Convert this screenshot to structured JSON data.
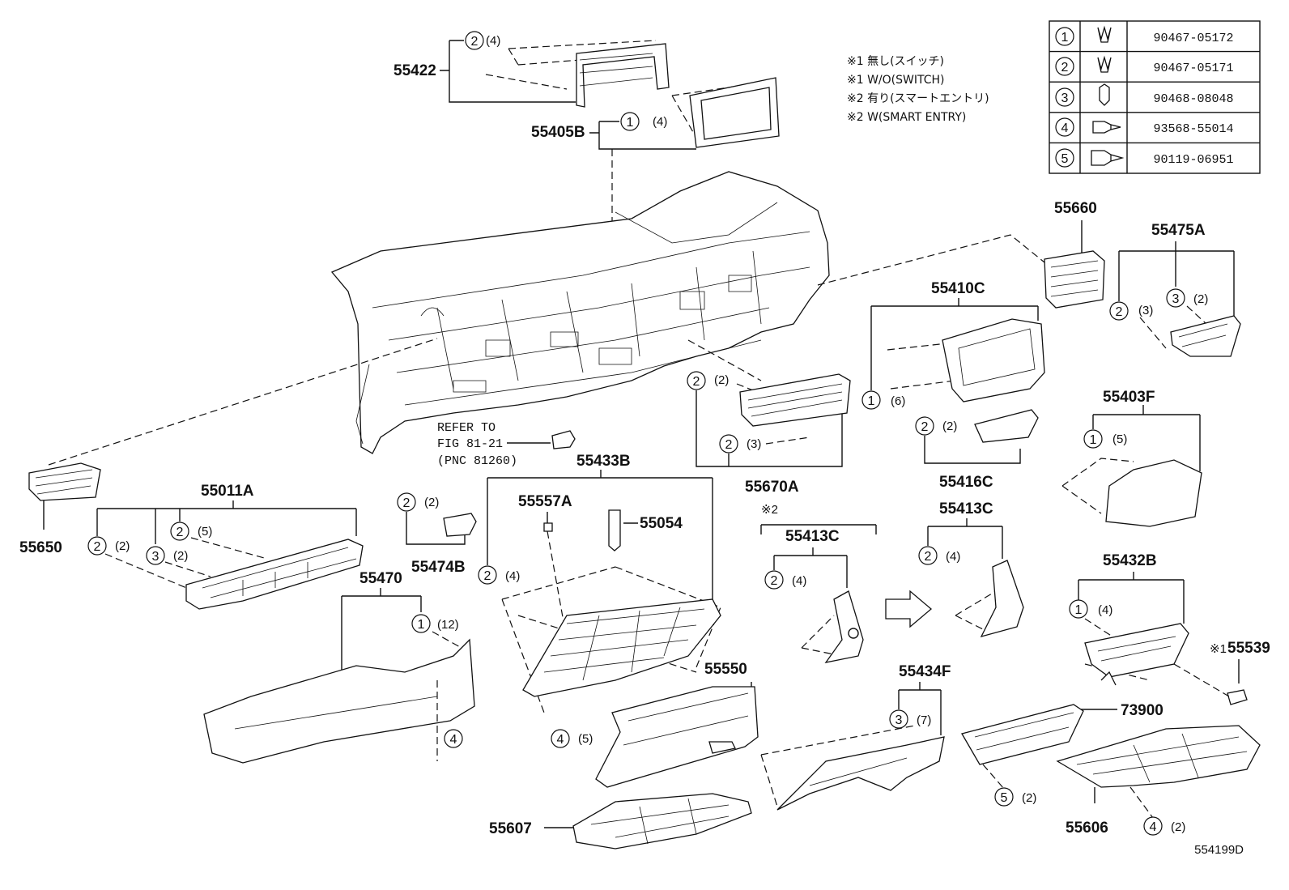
{
  "diagram_code": "554199D",
  "notes": [
    "※1 無し(スイッチ)",
    "※1 W/O(SWITCH)",
    "※2 有り(スマートエントリ)",
    "※2 W(SMART ENTRY)"
  ],
  "fastener_table": [
    {
      "num": "1",
      "part": "90467-05172"
    },
    {
      "num": "2",
      "part": "90467-05171"
    },
    {
      "num": "3",
      "part": "90468-08048"
    },
    {
      "num": "4",
      "part": "93568-55014"
    },
    {
      "num": "5",
      "part": "90119-06951"
    }
  ],
  "parts": {
    "p55422": "55422",
    "p55405B": "55405B",
    "p55660": "55660",
    "p55475A": "55475A",
    "p55410C": "55410C",
    "p55403F": "55403F",
    "p55670A": "55670A",
    "p55416C": "55416C",
    "p55650": "55650",
    "p55011A": "55011A",
    "p55433B": "55433B",
    "p55557A": "55557A",
    "p55054": "55054",
    "p55474B": "55474B",
    "p55470": "55470",
    "p55413C_a": "55413C",
    "p55413C_b": "55413C",
    "p55432B": "55432B",
    "p55539": "55539",
    "p55550": "55550",
    "p55434F": "55434F",
    "p73900": "73900",
    "p55606": "55606",
    "p55607": "55607"
  },
  "marks": {
    "m2": "※2",
    "m1": "※1"
  },
  "refer": {
    "line1": "REFER TO",
    "line2": "FIG 81-21",
    "line3": "(PNC 81260)"
  },
  "qty": {
    "q4": "(4)",
    "q2": "(2)",
    "q3": "(3)",
    "q5": "(5)",
    "q6": "(6)",
    "q7": "(7)",
    "q12": "(12)"
  },
  "circle_nums": {
    "c1": "1",
    "c2": "2",
    "c3": "3",
    "c4": "4",
    "c5": "5"
  }
}
